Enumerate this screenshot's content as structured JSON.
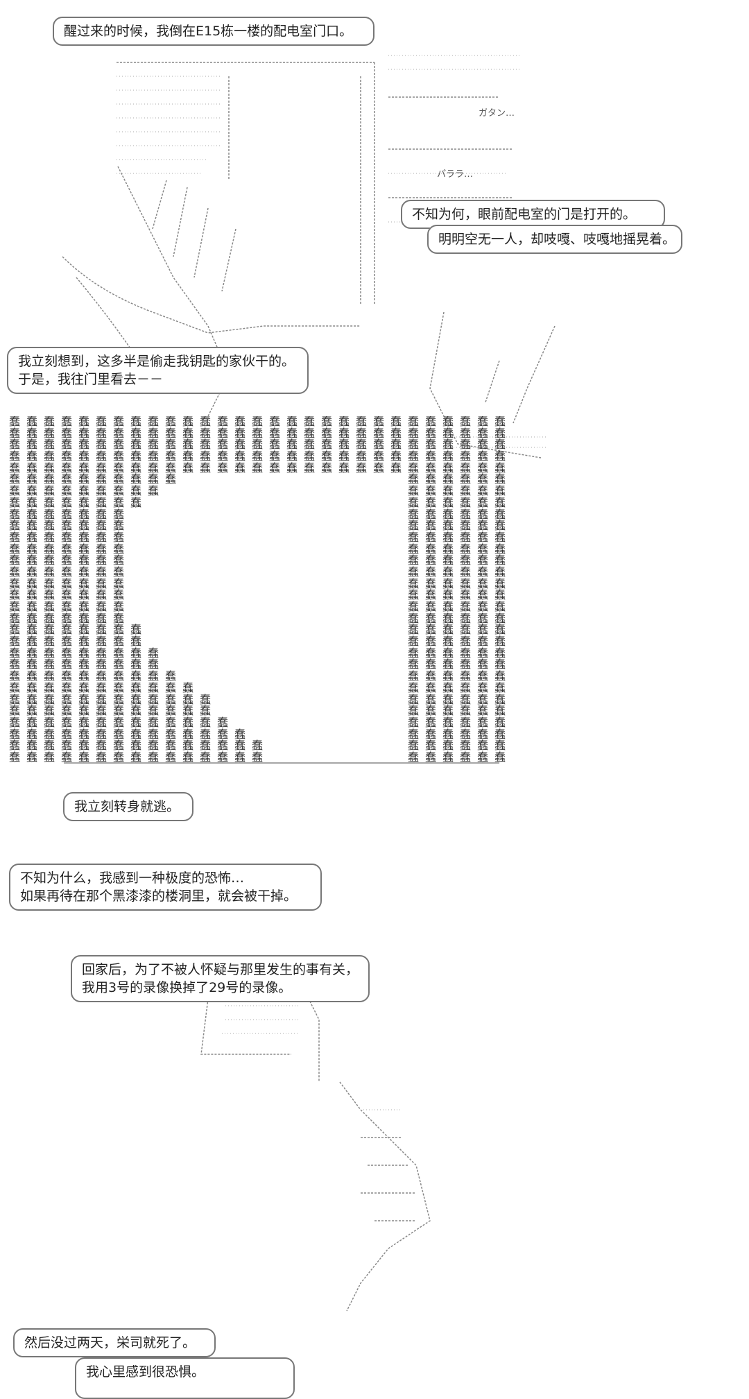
{
  "panels": [
    {
      "id": "p1",
      "lines": [
        "醒过来的时候，我倒在E15栋一楼的配电室门口。"
      ]
    },
    {
      "id": "p2",
      "lines": [
        "不知为何，眼前配电室的门是打开的。"
      ]
    },
    {
      "id": "p3",
      "lines": [
        "明明空无一人，却吱嘎、吱嘎地摇晃着。"
      ]
    },
    {
      "id": "p4",
      "lines": [
        "我立刻想到，这多半是偷走我钥匙的家伙干的。",
        "于是，我往门里看去－－"
      ]
    },
    {
      "id": "p5",
      "lines": [
        "我立刻转身就逃。"
      ]
    },
    {
      "id": "p6",
      "lines": [
        "不知为什么，我感到一种极度的恐怖…",
        "如果再待在那个黑漆漆的楼洞里，就会被干掉。"
      ]
    },
    {
      "id": "p7",
      "lines": [
        "回家后，为了不被人怀疑与那里发生的事有关，",
        "我用3号的录像换掉了29号的录像。"
      ]
    },
    {
      "id": "p8",
      "lines": [
        "然后没过两天，栄司就死了。"
      ]
    },
    {
      "id": "p9",
      "lines": [
        "我心里感到很恐惧。"
      ]
    }
  ],
  "sound_effects": {
    "door_bang": "ガタン…",
    "flutter": "パララ…"
  },
  "dense_art_glyph": "蠢",
  "colors": {
    "text": "#222222",
    "bubble_border": "#777777",
    "art": "#555555"
  }
}
